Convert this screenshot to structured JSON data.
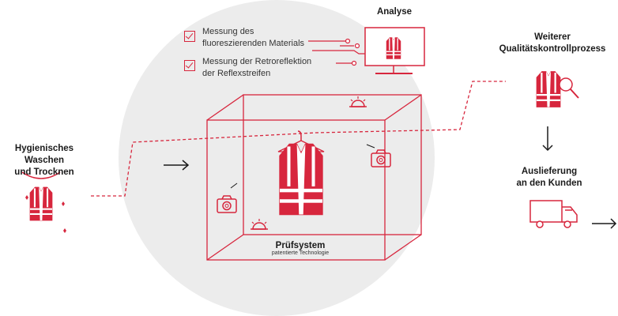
{
  "colors": {
    "accent": "#d7263d",
    "circle": "#ececec",
    "text": "#1a1a1a"
  },
  "steps": {
    "washing": {
      "line1": "Hygienisches Waschen",
      "line2": "und Trocknen"
    },
    "analysis": {
      "title": "Analyse"
    },
    "checks": [
      {
        "line1": "Messung des",
        "line2": "fluoreszierenden Materials"
      },
      {
        "line1": "Messung der Retroreflektion",
        "line2": "der Reflexstreifen"
      }
    ],
    "quality": {
      "line1": "Weiterer",
      "line2": "Qualitätskontrollprozess"
    },
    "delivery": {
      "line1": "Auslieferung",
      "line2": "an den Kunden"
    },
    "system": {
      "title": "Prüfsystem",
      "subtitle": "patentierte Technologie"
    }
  },
  "icons": [
    "vest-icon",
    "camera-icon",
    "lamp-icon",
    "monitor-icon",
    "magnifier-icon",
    "truck-icon",
    "arrow-icon",
    "check-icon"
  ]
}
